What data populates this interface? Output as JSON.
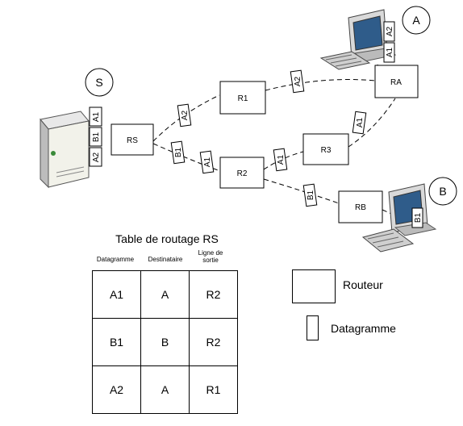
{
  "nodes": {
    "source": "S",
    "dest_a": "A",
    "dest_b": "B",
    "rs": "RS",
    "r1": "R1",
    "r2": "R2",
    "r3": "R3",
    "ra": "RA",
    "rb": "RB"
  },
  "server_datagrams": [
    "A1",
    "B1",
    "A2"
  ],
  "computer_a_datagrams": [
    "A2",
    "A1"
  ],
  "computer_b_datagrams": [
    "B1"
  ],
  "link_datagrams": {
    "rs_r1": "A2",
    "rs_r2_b1": "B1",
    "rs_r2_a1": "A1",
    "r1_ra": "A2",
    "r2_r3": "A1",
    "r3_ra": "A1",
    "r2_rb": "B1"
  },
  "table": {
    "title": "Table de routage RS",
    "headers": [
      "Datagramme",
      "Destinataire",
      "Ligne de sortie"
    ],
    "rows": [
      [
        "A1",
        "A",
        "R2"
      ],
      [
        "B1",
        "B",
        "R2"
      ],
      [
        "A2",
        "A",
        "R1"
      ]
    ]
  },
  "legend": {
    "router": "Routeur",
    "datagram": "Datagramme"
  }
}
